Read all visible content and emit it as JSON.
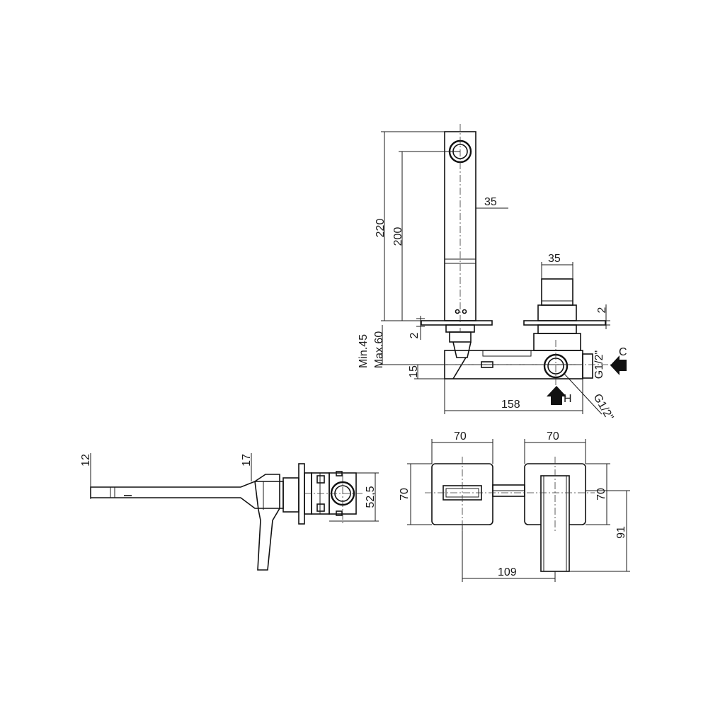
{
  "dimensions": {
    "spout_length": "220",
    "spout_reach": "200",
    "spout_width": "35",
    "handle_width": "35",
    "plate_thickness_left": "2",
    "plate_thickness_right": "2",
    "wall_depth_min": "Min.45",
    "wall_depth_max": "Max.60",
    "offset_15": "15",
    "centers": "158",
    "thread_c": "G1/2\"",
    "thread_h": "G1/2\"",
    "label_c": "C",
    "label_h": "H",
    "side_spout_thickness": "12",
    "side_body_thickness": "17",
    "side_body_height": "52,5",
    "front_left_width": "70",
    "front_right_width": "70",
    "front_left_height": "70",
    "front_right_height": "70",
    "front_handle_height": "91",
    "front_spacing": "109"
  }
}
